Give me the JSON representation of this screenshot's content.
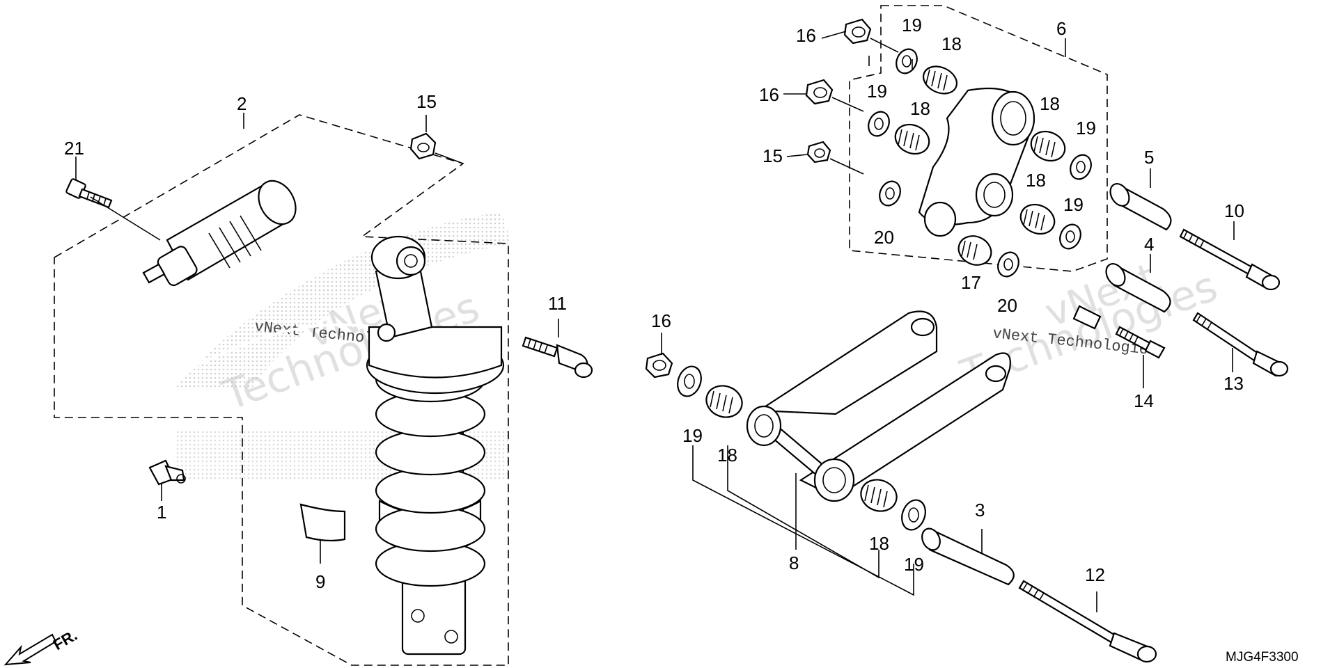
{
  "diagram_code": "MJG4F3300",
  "front_marker": "FR.",
  "watermarks": [
    "vNext Technologies",
    "vNext",
    "Technologies"
  ],
  "callouts": {
    "c1": "1",
    "c2": "2",
    "c3": "3",
    "c4": "4",
    "c5": "5",
    "c6": "6",
    "c8": "8",
    "c9": "9",
    "c10": "10",
    "c11": "11",
    "c12": "12",
    "c13": "13",
    "c14": "14",
    "c15a": "15",
    "c15b": "15",
    "c16a": "16",
    "c16b": "16",
    "c16c": "16",
    "c17": "17",
    "c18a": "18",
    "c18b": "18",
    "c18c": "18",
    "c18d": "18",
    "c18e": "18",
    "c18f": "18",
    "c19a": "19",
    "c19b": "19",
    "c19c": "19",
    "c19d": "19",
    "c19e": "19",
    "c19f": "19",
    "c20a": "20",
    "c20b": "20",
    "c21": "21"
  }
}
